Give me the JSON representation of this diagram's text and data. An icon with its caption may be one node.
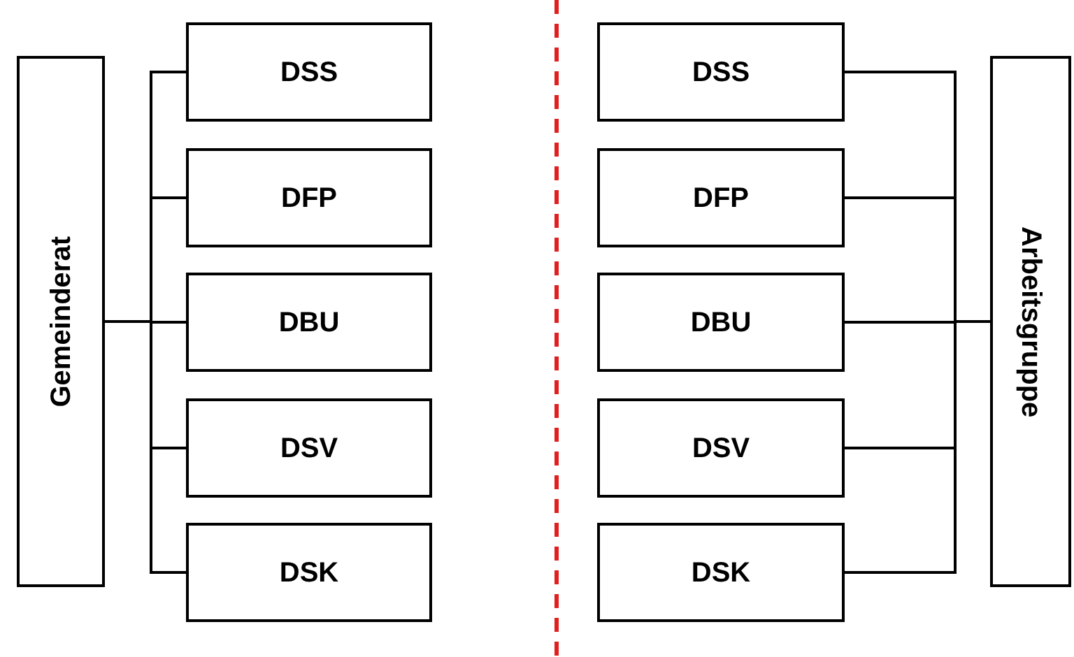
{
  "diagram": {
    "nodes": [
      {
        "text": [
          "Gemeinderat"
        ]
      },
      {
        "text": [
          "DSS"
        ]
      },
      {
        "text": [
          "DFP"
        ]
      },
      {
        "text": [
          "DBU"
        ]
      },
      {
        "text": [
          "DSV"
        ]
      },
      {
        "text": [
          "DSK"
        ]
      },
      {
        "text": [
          "DSS"
        ]
      },
      {
        "text": [
          "DFP"
        ]
      },
      {
        "text": [
          "DBU"
        ]
      },
      {
        "text": [
          "DSV"
        ]
      },
      {
        "text": [
          "DSK"
        ]
      },
      {
        "text": [
          "Arbeitsgruppe"
        ]
      }
    ],
    "edges": [
      {
        "from": 0,
        "to": 1,
        "arrow": "none"
      },
      {
        "from": 0,
        "to": 2,
        "arrow": "none"
      },
      {
        "from": 0,
        "to": 3,
        "arrow": "none"
      },
      {
        "from": 0,
        "to": 4,
        "arrow": "none"
      },
      {
        "from": 0,
        "to": 5,
        "arrow": "none"
      },
      {
        "from": 11,
        "to": 6,
        "arrow": "none"
      },
      {
        "from": 11,
        "to": 7,
        "arrow": "none"
      },
      {
        "from": 11,
        "to": 8,
        "arrow": "none"
      },
      {
        "from": 11,
        "to": 9,
        "arrow": "none"
      },
      {
        "from": 11,
        "to": 10,
        "arrow": "none"
      }
    ]
  }
}
